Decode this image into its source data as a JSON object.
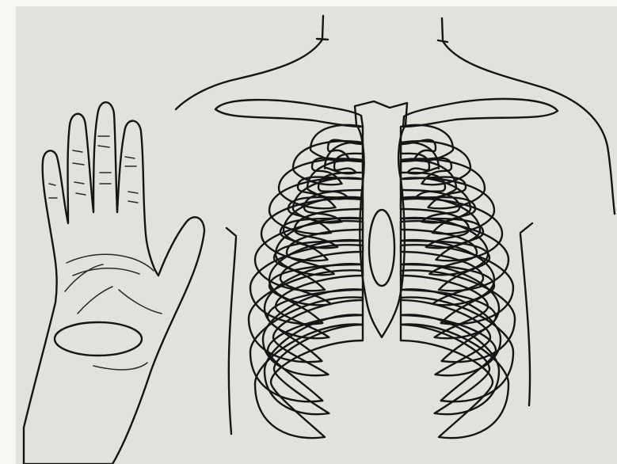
{
  "colors": {
    "page_border": "#f7f8f4",
    "background": "#dfe3dc",
    "bone_fill": "#a4a35f",
    "gap_fill": "#f0f2ee",
    "skin_fill": "#e59b8e",
    "marker_fill": "#2e2a4a",
    "outline": "#151515"
  },
  "figure": {
    "subject_left": "hand-palm",
    "subject_right": "chest-skeleton",
    "marked_regions": [
      "palm-heel-oval",
      "sternum-lower-oval"
    ]
  }
}
